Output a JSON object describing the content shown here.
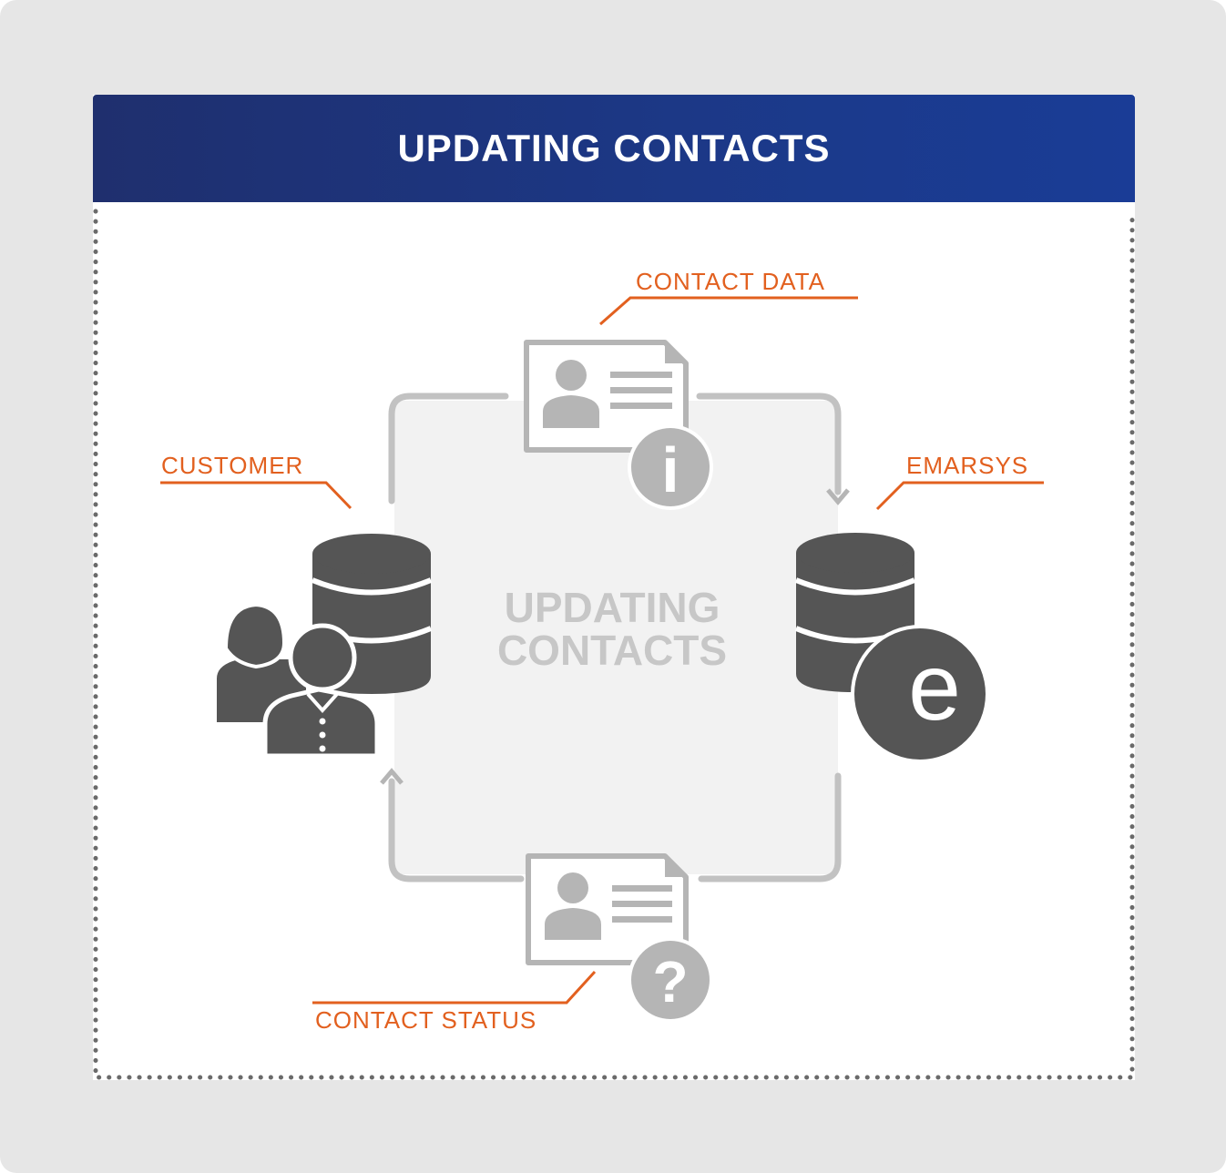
{
  "header": {
    "title": "UPDATING CONTACTS"
  },
  "center": {
    "line1": "UPDATING",
    "line2": "CONTACTS"
  },
  "labels": {
    "contact_data": "CONTACT DATA",
    "customer": "CUSTOMER",
    "emarsys": "EMARSYS",
    "contact_status": "CONTACT STATUS"
  },
  "badges": {
    "info": "i",
    "question": "?",
    "emarsys_logo": "e"
  },
  "icons": [
    "contact-card-info-icon",
    "contact-card-question-icon",
    "customer-database-icon",
    "customers-icon",
    "emarsys-database-icon",
    "emarsys-logo-icon"
  ],
  "colors": {
    "header_bg": "#1f2f6e",
    "label_orange": "#e2601f",
    "icon_dark": "#555555",
    "icon_light": "#b5b5b5",
    "frame_bg": "#e6e6e6"
  }
}
